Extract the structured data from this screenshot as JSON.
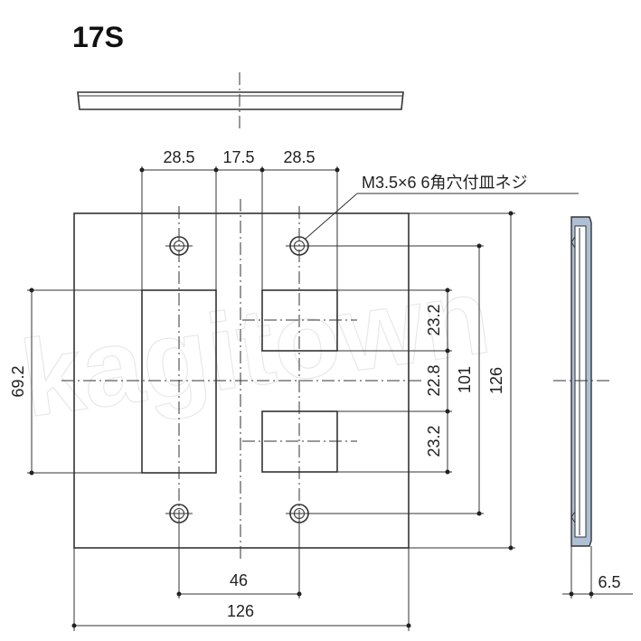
{
  "title": "17S",
  "screw_note": "M3.5×6 6角穴付皿ネジ",
  "watermark": "kagitown",
  "dimensions": {
    "top_left_gap": "28.5",
    "top_center_gap": "17.5",
    "top_right_gap": "28.5",
    "hole_spacing_horizontal": "46",
    "plate_width": "126",
    "plate_height": "126",
    "hole_spacing_vertical": "101",
    "opening_height_top": "23.2",
    "opening_gap": "22.8",
    "opening_height_bottom": "23.2",
    "left_opening_height": "69.2",
    "thickness": "6.5"
  },
  "colors": {
    "line": "#333333",
    "side_fill": "#aebfd6"
  }
}
